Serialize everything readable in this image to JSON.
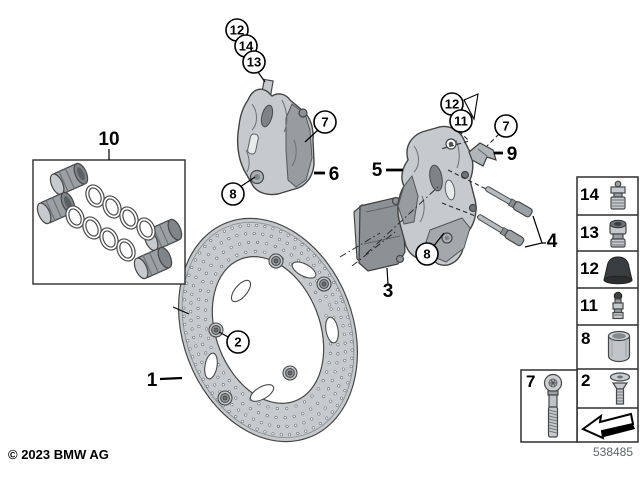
{
  "footer": {
    "copyright": "© 2023 BMW AG",
    "diagram_number": "538485"
  },
  "callouts": {
    "disc": "1",
    "disc_rivet": "2",
    "brake_pads": "3",
    "guide_pins": "4",
    "caliper_right": "5",
    "caliper_left": "6",
    "bolt_left": "7",
    "bolt_right": "7",
    "plug_left": "8",
    "plug_right": "8",
    "clip": "9",
    "repair_kit": "10",
    "bleeder_right_11": "11",
    "bleeder_left_12": "12",
    "bleeder_right_12": "12",
    "bleeder_left_13": "13",
    "bleeder_left_14": "14"
  },
  "legend": {
    "rows": [
      {
        "number": "14",
        "icon": "bleeder-valve-icon"
      },
      {
        "number": "13",
        "icon": "bleeder-adapter-icon"
      },
      {
        "number": "12",
        "icon": "rubber-dust-cap-icon"
      },
      {
        "number": "11",
        "icon": "bleeder-screw-icon"
      },
      {
        "number": "8",
        "icon": "guide-bushing-icon"
      },
      {
        "number": "2",
        "icon": "countersunk-screw-washer-icon"
      }
    ],
    "bolt_cell": {
      "number": "7",
      "icon": "caliper-bolt-icon"
    },
    "arrow_cell": {
      "icon": "direction-arrow-icon"
    }
  }
}
